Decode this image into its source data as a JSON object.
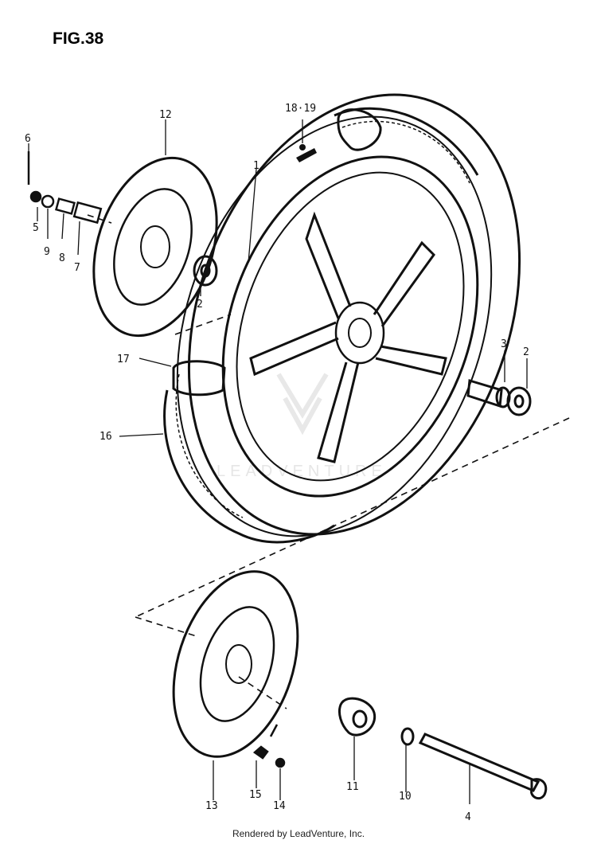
{
  "figure": {
    "title": "FIG.38"
  },
  "watermark": {
    "text": "LEADVENTURE"
  },
  "footer": {
    "text": "Rendered by LeadVenture, Inc."
  },
  "callouts": {
    "c1": "1",
    "c2a": "2",
    "c2b": "2",
    "c3": "3",
    "c4": "4",
    "c5": "5",
    "c6": "6",
    "c7": "7",
    "c8": "8",
    "c9": "9",
    "c10": "10",
    "c11": "11",
    "c12": "12",
    "c13": "13",
    "c14": "14",
    "c15": "15",
    "c16": "16",
    "c17": "17",
    "c1819": "18·19"
  }
}
